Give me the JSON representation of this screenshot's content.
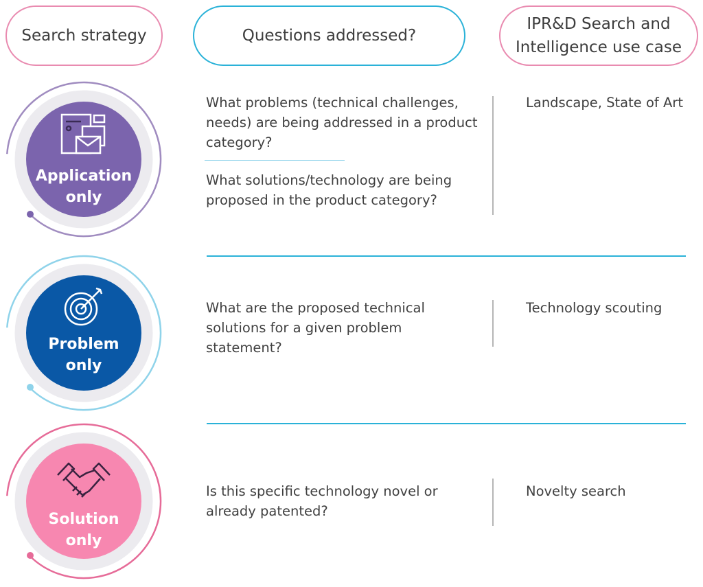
{
  "headers": {
    "strategy": "Search strategy",
    "questions": "Questions addressed?",
    "use_case": "IPR&D Search and Intelligence use case"
  },
  "rows": [
    {
      "strategy": "Application only",
      "icon": "application-documents-icon",
      "color": "#7b64ad",
      "questions": [
        "What problems (technical challenges, needs) are being addressed in a product category?",
        "What solutions/technology are being proposed in the product category?"
      ],
      "use_case": "Landscape, State of Art"
    },
    {
      "strategy": "Problem only",
      "icon": "target-icon",
      "color": "#0a58a6",
      "questions": [
        "What are the proposed technical solutions for a given problem statement?"
      ],
      "use_case": "Technology scouting"
    },
    {
      "strategy": "Solution only",
      "icon": "handshake-icon",
      "color": "#f787b0",
      "questions": [
        "Is this specific technology novel or already patented?"
      ],
      "use_case": "Novelty search"
    }
  ]
}
